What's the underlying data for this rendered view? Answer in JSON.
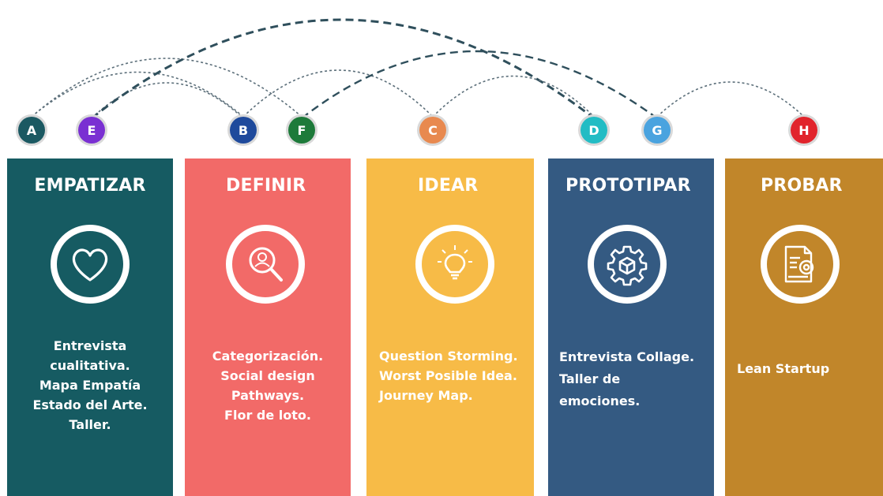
{
  "markers": [
    {
      "letter": "A",
      "color": "#1b5962"
    },
    {
      "letter": "E",
      "color": "#7a30d2"
    },
    {
      "letter": "B",
      "color": "#1f4a9c"
    },
    {
      "letter": "F",
      "color": "#1d7a3a"
    },
    {
      "letter": "C",
      "color": "#e8894f"
    },
    {
      "letter": "D",
      "color": "#22bcc4"
    },
    {
      "letter": "G",
      "color": "#4aa3df"
    },
    {
      "letter": "H",
      "color": "#e1242c"
    }
  ],
  "phases": [
    {
      "title": "EMPATIZAR",
      "color": "#165b62",
      "icon": "heart-icon",
      "items": [
        "Entrevista",
        "cualitativa.",
        "Mapa Empatía",
        "Estado del Arte.",
        "Taller."
      ]
    },
    {
      "title": "DEFINIR",
      "color": "#f26a68",
      "icon": "magnifier-person-icon",
      "items": [
        "Categorización.",
        "Social design",
        "Pathways.",
        "Flor de loto."
      ]
    },
    {
      "title": "IDEAR",
      "color": "#f7bb47",
      "icon": "lightbulb-icon",
      "items": [
        "Question Storming.",
        "Worst Posible Idea.",
        "Journey Map."
      ]
    },
    {
      "title": "PROTOTIPAR",
      "color": "#345a82",
      "icon": "gear-cube-icon",
      "items": [
        "Entrevista Collage.",
        "Taller de",
        "emociones."
      ]
    },
    {
      "title": "PROBAR",
      "color": "#c1862a",
      "icon": "document-gear-icon",
      "items": [
        "Lean Startup"
      ]
    }
  ]
}
